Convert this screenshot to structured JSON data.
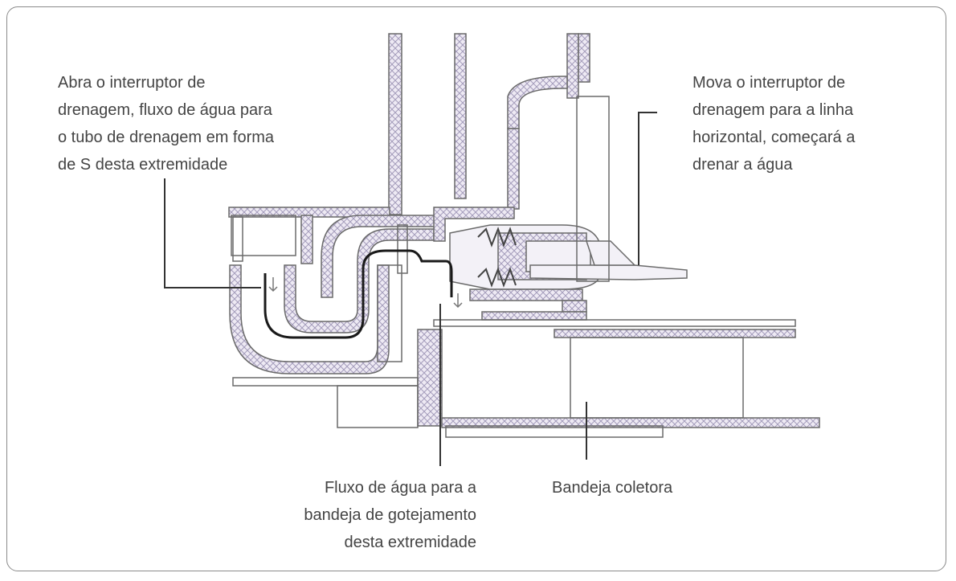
{
  "labels": {
    "top_left": [
      "Abra o interruptor de",
      "drenagem, fluxo de água para",
      "o tubo de drenagem em forma",
      "de S desta extremidade"
    ],
    "top_right": [
      "Mova o interruptor de",
      "drenagem para a linha",
      "horizontal, começará a",
      "drenar a água"
    ],
    "bottom_left": [
      "Fluxo de água para a",
      "bandeja de gotejamento",
      "desta extremidade"
    ],
    "bottom_right": [
      "Bandeja coletora"
    ]
  },
  "colors": {
    "wall": "#c9c3d6",
    "line": "#6a6a6a",
    "pipe": "#1a1a1a",
    "text": "#444444"
  }
}
